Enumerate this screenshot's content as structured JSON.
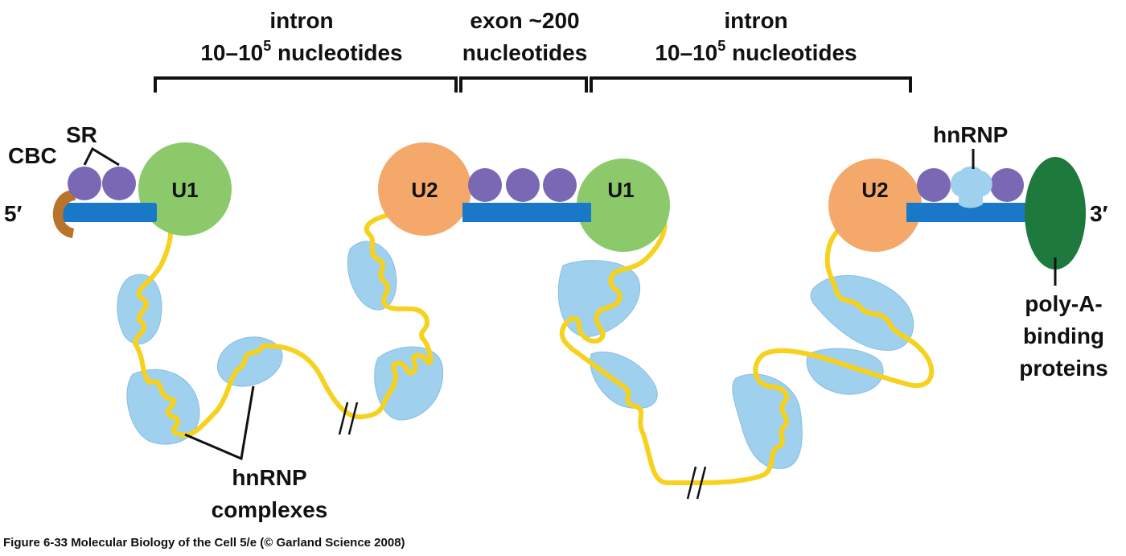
{
  "labels": {
    "intron_left": {
      "line1": "intron",
      "line2_base": "10–10",
      "line2_exp": "5",
      "line2_tail": " nucleotides"
    },
    "exon": {
      "line1": "exon ~200",
      "line2": "nucleotides"
    },
    "intron_right": {
      "line1": "intron",
      "line2_base": "10–10",
      "line2_exp": "5",
      "line2_tail": " nucleotides"
    },
    "cbc": "CBC",
    "sr": "SR",
    "five_prime": "5′",
    "three_prime": "3′",
    "hnrnp_top": "hnRNP",
    "hnrnp_complexes_line1": "hnRNP",
    "hnrnp_complexes_line2": "complexes",
    "polya_line1": "poly-A-",
    "polya_line2": "binding",
    "polya_line3": "proteins",
    "u1_left": "U1",
    "u2_mid": "U2",
    "u1_mid": "U1",
    "u2_right": "U2"
  },
  "caption": "Figure 6-33  Molecular Biology of the Cell 5/e (© Garland Science 2008)",
  "colors": {
    "rna": "#f6d21e",
    "rna_edge": "#e0a800",
    "exon": "#1a78c8",
    "u1": "#8bc96a",
    "u2": "#f4a86a",
    "sr": "#7a68b4",
    "hnrnp": "#9fd0ee",
    "cbc": "#b8742a",
    "pabp": "#1d7a3c"
  }
}
